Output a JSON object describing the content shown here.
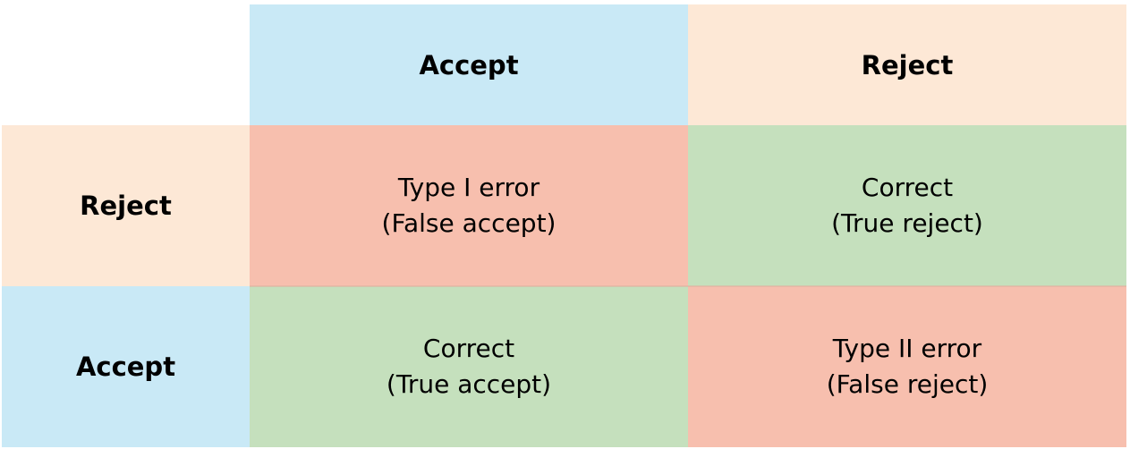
{
  "colors": {
    "accept_header": "#c9e9f6",
    "reject_header": "#fde8d6",
    "error_cell": "#f7bfae",
    "correct_cell": "#c5e0bd"
  },
  "columns": [
    {
      "label": "Accept"
    },
    {
      "label": "Reject"
    }
  ],
  "rows": [
    {
      "label": "Reject",
      "cells": [
        {
          "line1": "Type I error",
          "line2": "(False accept)",
          "kind": "error"
        },
        {
          "line1": "Correct",
          "line2": "(True reject)",
          "kind": "correct"
        }
      ]
    },
    {
      "label": "Accept",
      "cells": [
        {
          "line1": "Correct",
          "line2": "(True accept)",
          "kind": "correct"
        },
        {
          "line1": "Type II error",
          "line2": "(False reject)",
          "kind": "error"
        }
      ]
    }
  ]
}
